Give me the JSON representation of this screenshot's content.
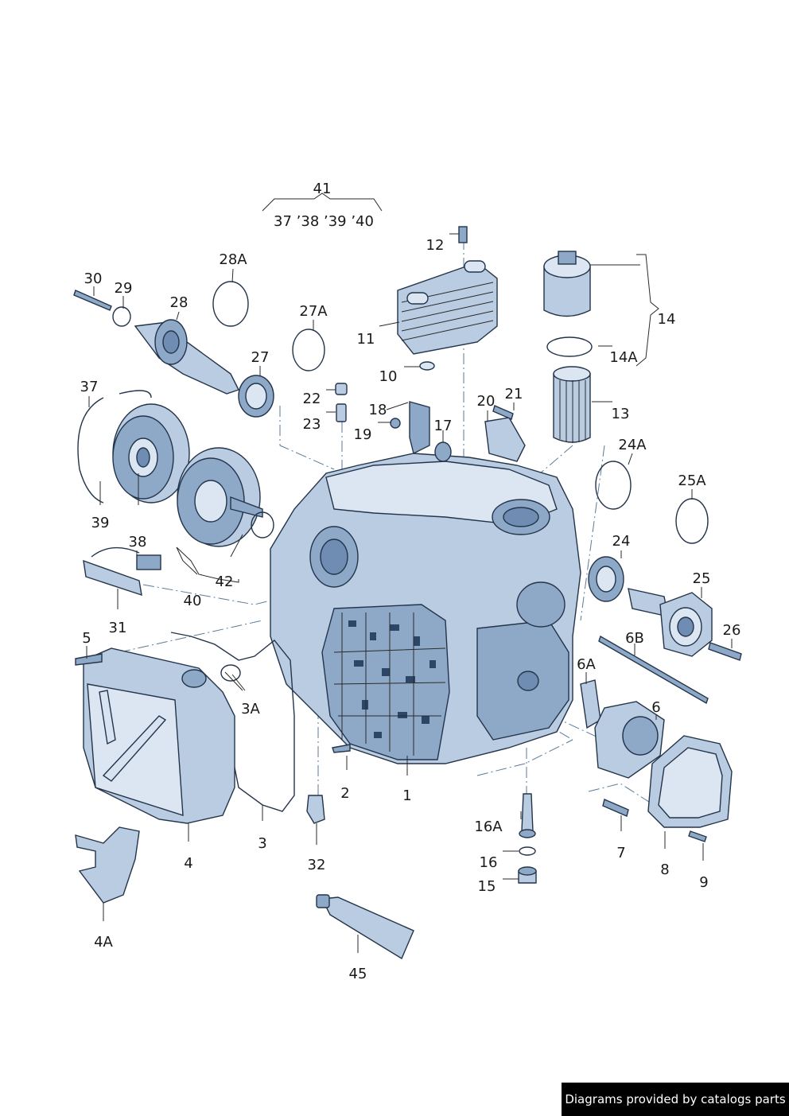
{
  "diagram": {
    "part_labels": {
      "p41": "41",
      "group41": "37 ’38 ’39 ’40",
      "p12": "12",
      "p11": "11",
      "p10": "10",
      "p14": "14",
      "p14A": "14A",
      "p13": "13",
      "p30": "30",
      "p29": "29",
      "p28": "28",
      "p28A": "28A",
      "p27A": "27A",
      "p27": "27",
      "p22": "22",
      "p23": "23",
      "p18": "18",
      "p19": "19",
      "p17": "17",
      "p20": "20",
      "p21": "21",
      "p37": "37",
      "p39": "39",
      "p38": "38",
      "p42": "42",
      "p40": "40",
      "p31": "31",
      "p24A": "24A",
      "p25A": "25A",
      "p24": "24",
      "p25": "25",
      "p26": "26",
      "p6B": "6B",
      "p6A": "6A",
      "p6": "6",
      "p5": "5",
      "p3A": "3A",
      "p2": "2",
      "p1": "1",
      "p3": "3",
      "p4": "4",
      "p32": "32",
      "p16A": "16A",
      "p16": "16",
      "p15": "15",
      "p7": "7",
      "p8": "8",
      "p9": "9",
      "p4A": "4A",
      "p45": "45"
    },
    "colors": {
      "part_light": "#b9cce2",
      "part_mid": "#8ea9c8",
      "part_dark": "#6f8db3",
      "outline": "#23344a"
    }
  },
  "footer": {
    "text": "Diagrams provided by catalogs parts"
  }
}
